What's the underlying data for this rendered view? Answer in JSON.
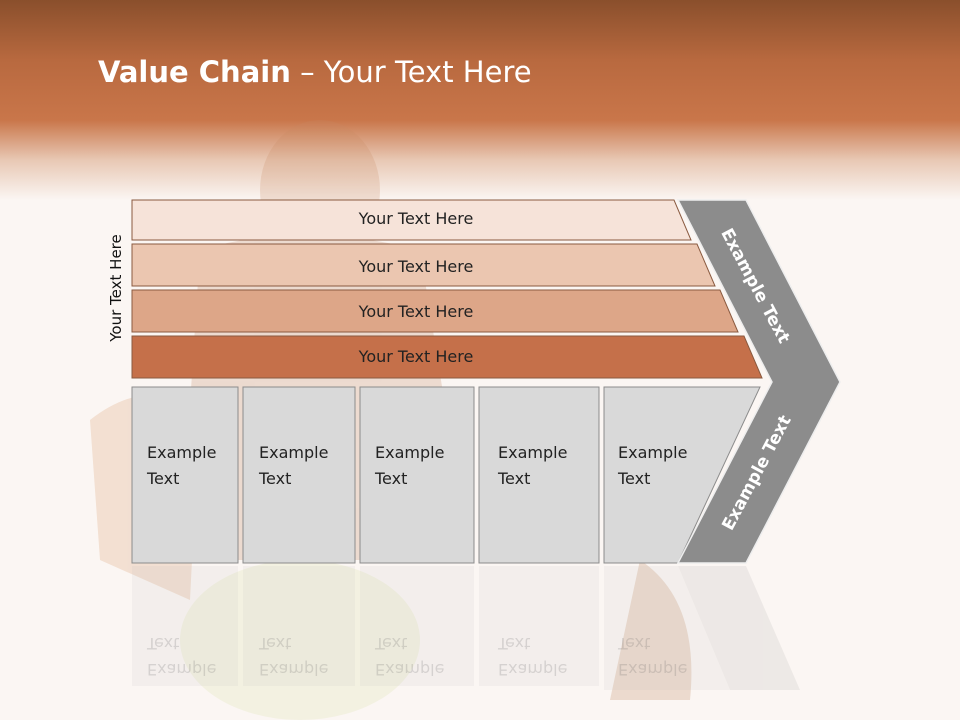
{
  "slide": {
    "title_bold": "Value Chain",
    "title_rest": " – Your Text Here",
    "side_label": "Your Text Here"
  },
  "bars": [
    {
      "label": "Your Text Here",
      "color": "#f6e3d9"
    },
    {
      "label": "Your Text Here",
      "color": "#ebc6b0"
    },
    {
      "label": "Your Text Here",
      "color": "#dda688"
    },
    {
      "label": "Your Text Here",
      "color": "#c5704a"
    }
  ],
  "boxes": [
    {
      "line1": "Example",
      "line2": "Text"
    },
    {
      "line1": "Example",
      "line2": "Text"
    },
    {
      "line1": "Example",
      "line2": "Text"
    },
    {
      "line1": "Example",
      "line2": "Text"
    },
    {
      "line1": "Example",
      "line2": "Text"
    }
  ],
  "chevron": {
    "upper_label": "Example Text",
    "lower_label": "Example Text",
    "color": "#8c8c8c"
  }
}
